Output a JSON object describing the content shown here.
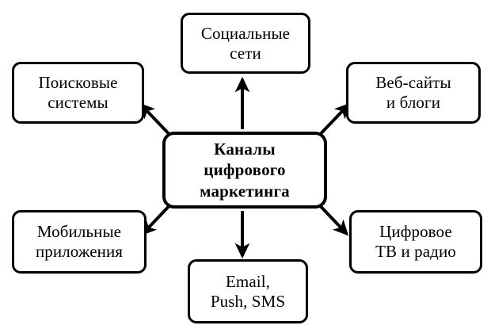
{
  "diagram": {
    "type": "hub-and-spoke",
    "title": "Каналы цифрового маркетинга",
    "center": {
      "id": "digital-marketing-channels",
      "label": "Каналы\nцифрового\nмаркетинга"
    },
    "nodes": [
      {
        "id": "social-networks",
        "label": "Социальные\nсети",
        "position": "top",
        "arrow": "up"
      },
      {
        "id": "search-engines",
        "label": "Поисковые\nсистемы",
        "position": "top-left",
        "arrow": "up-left"
      },
      {
        "id": "websites-blogs",
        "label": "Веб-сайты\nи блоги",
        "position": "top-right",
        "arrow": "up-right"
      },
      {
        "id": "mobile-apps",
        "label": "Мобильные\nприложения",
        "position": "bottom-left",
        "arrow": "down-left"
      },
      {
        "id": "email-push-sms",
        "label": "Email,\nPush, SMS",
        "position": "bottom",
        "arrow": "down"
      },
      {
        "id": "digital-tv-radio",
        "label": "Цифровое\nТВ и радио",
        "position": "bottom-right",
        "arrow": "down-right"
      }
    ],
    "style": {
      "stroke_color": "#000000",
      "fill_color": "#ffffff",
      "background": "#ffffff",
      "arrow_color": "#000000"
    }
  }
}
